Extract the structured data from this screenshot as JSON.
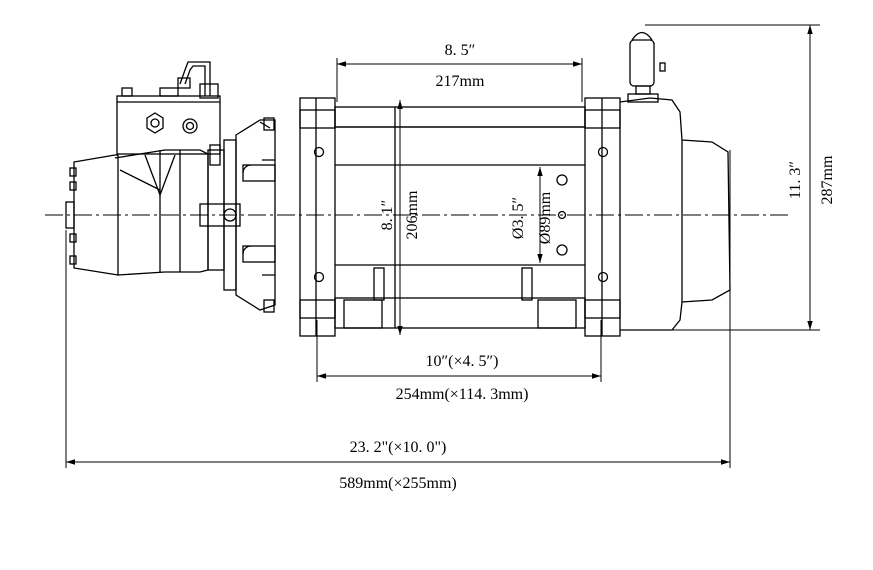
{
  "drawing": {
    "subject": "hydraulic winch technical drawing (side view)",
    "stroke_color": "#000000",
    "background": "#ffffff"
  },
  "dimensions": {
    "drum_length_in": "8. 5″",
    "drum_length_mm": "217mm",
    "height_in": "11. 3″",
    "height_mm": "287mm",
    "flange_dia_in": "8. 1″",
    "flange_dia_mm": "206mm",
    "drum_dia_in": "Ø3. 5″",
    "drum_dia_mm": "Ø89mm",
    "mount_spacing_in": "10″(×4. 5″)",
    "mount_spacing_mm": "254mm(×114. 3mm)",
    "overall_length_in": "23. 2\"(×10. 0\")",
    "overall_length_mm": "589mm(×255mm)"
  }
}
